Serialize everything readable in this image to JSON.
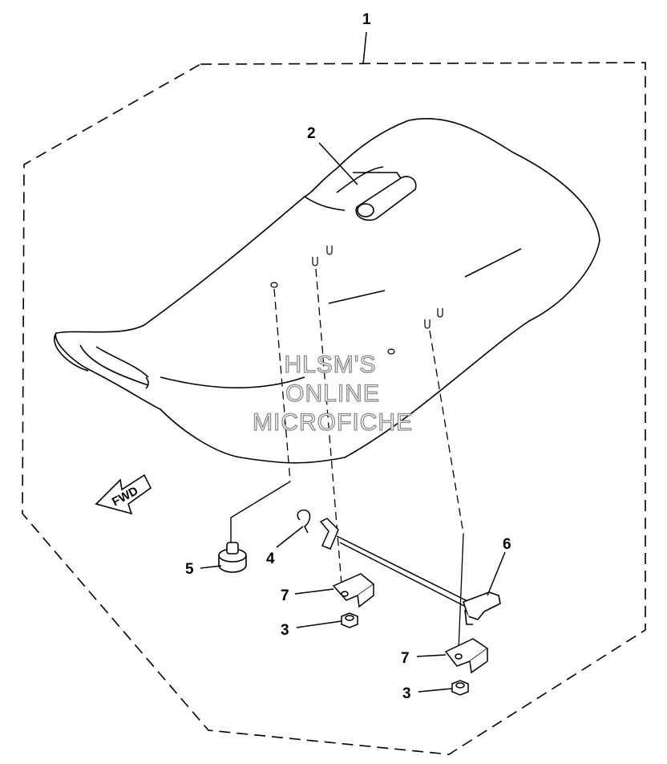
{
  "callouts": {
    "part_1": "1",
    "part_2": "2",
    "part_3a": "3",
    "part_3b": "3",
    "part_4": "4",
    "part_5": "5",
    "part_6": "6",
    "part_7a": "7",
    "part_7b": "7"
  },
  "fwd_label": "FWD",
  "watermark": {
    "line1": "HLSM'S",
    "line2": "ONLINE",
    "line3": "MICROFICHE"
  }
}
